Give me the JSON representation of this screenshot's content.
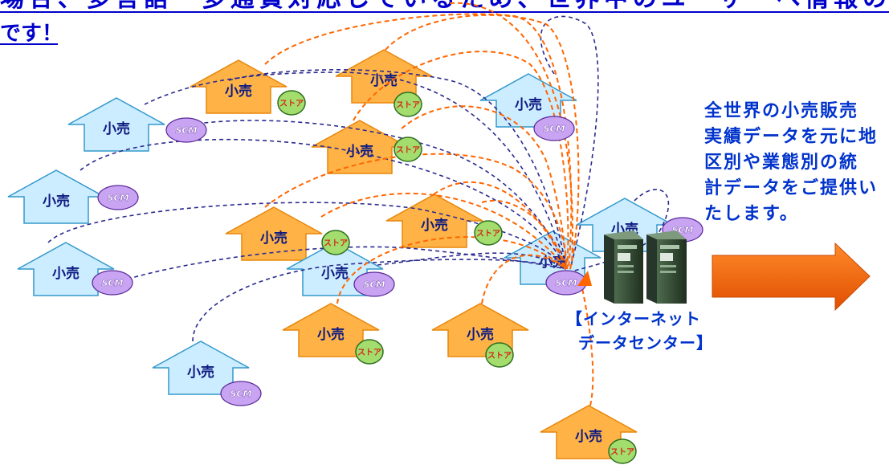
{
  "title": {
    "line1": "場合、多言語・多通貨対応しているため、世界中のユーザーへ情報の",
    "line2": "です！"
  },
  "colors": {
    "title": "#0000cc",
    "text_blue": "#0033cc",
    "house_label": "#0d1a80",
    "store_orange_fill": "#ffb347",
    "store_orange_stroke": "#e8860a",
    "store_blue_fill": "#ccecff",
    "store_blue_stroke": "#3399cc",
    "dash_orange": "#ff6600",
    "dash_blue": "#2b2b8f",
    "badge_green": "#a3dd6e",
    "badge_purple": "#c8a4f2",
    "arrow": "#ff6a10"
  },
  "houses": [
    {
      "label": "小売",
      "color": "orange",
      "badge": "ストア"
    },
    {
      "label": "小売",
      "color": "orange",
      "badge": "ストア"
    },
    {
      "label": "小売",
      "color": "blue",
      "badge": "SCM"
    },
    {
      "label": "小売",
      "color": "blue",
      "badge": "SCM"
    },
    {
      "label": "小売",
      "color": "orange",
      "badge": "ストア"
    },
    {
      "label": "小売",
      "color": "blue",
      "badge": "SCM"
    },
    {
      "label": "小売",
      "color": "orange",
      "badge": "ストア"
    },
    {
      "label": "小売",
      "color": "orange",
      "badge": "ストア"
    },
    {
      "label": "小売",
      "color": "blue",
      "badge": "SCM"
    },
    {
      "label": "小売",
      "color": "blue",
      "badge": "SCM"
    },
    {
      "label": "小売",
      "color": "blue",
      "badge": "SCM"
    },
    {
      "label": "小売",
      "color": "blue",
      "badge": "SCM"
    },
    {
      "label": "小売",
      "color": "orange",
      "badge": "ストア"
    },
    {
      "label": "小売",
      "color": "orange",
      "badge": "ストア"
    },
    {
      "label": "小売",
      "color": "blue",
      "badge": "SCM"
    },
    {
      "label": "小売",
      "color": "orange",
      "badge": "ストア"
    }
  ],
  "data_center": {
    "icon": "server-icon",
    "line1": "【インターネット",
    "line2": "データセンター】"
  },
  "description": {
    "lines": [
      "全世界の小売販売",
      "実績データを元に地",
      "区別や業態別の統",
      "計データをご提供い",
      "たします。"
    ]
  },
  "arrow": {
    "icon": "right-arrow-icon"
  }
}
